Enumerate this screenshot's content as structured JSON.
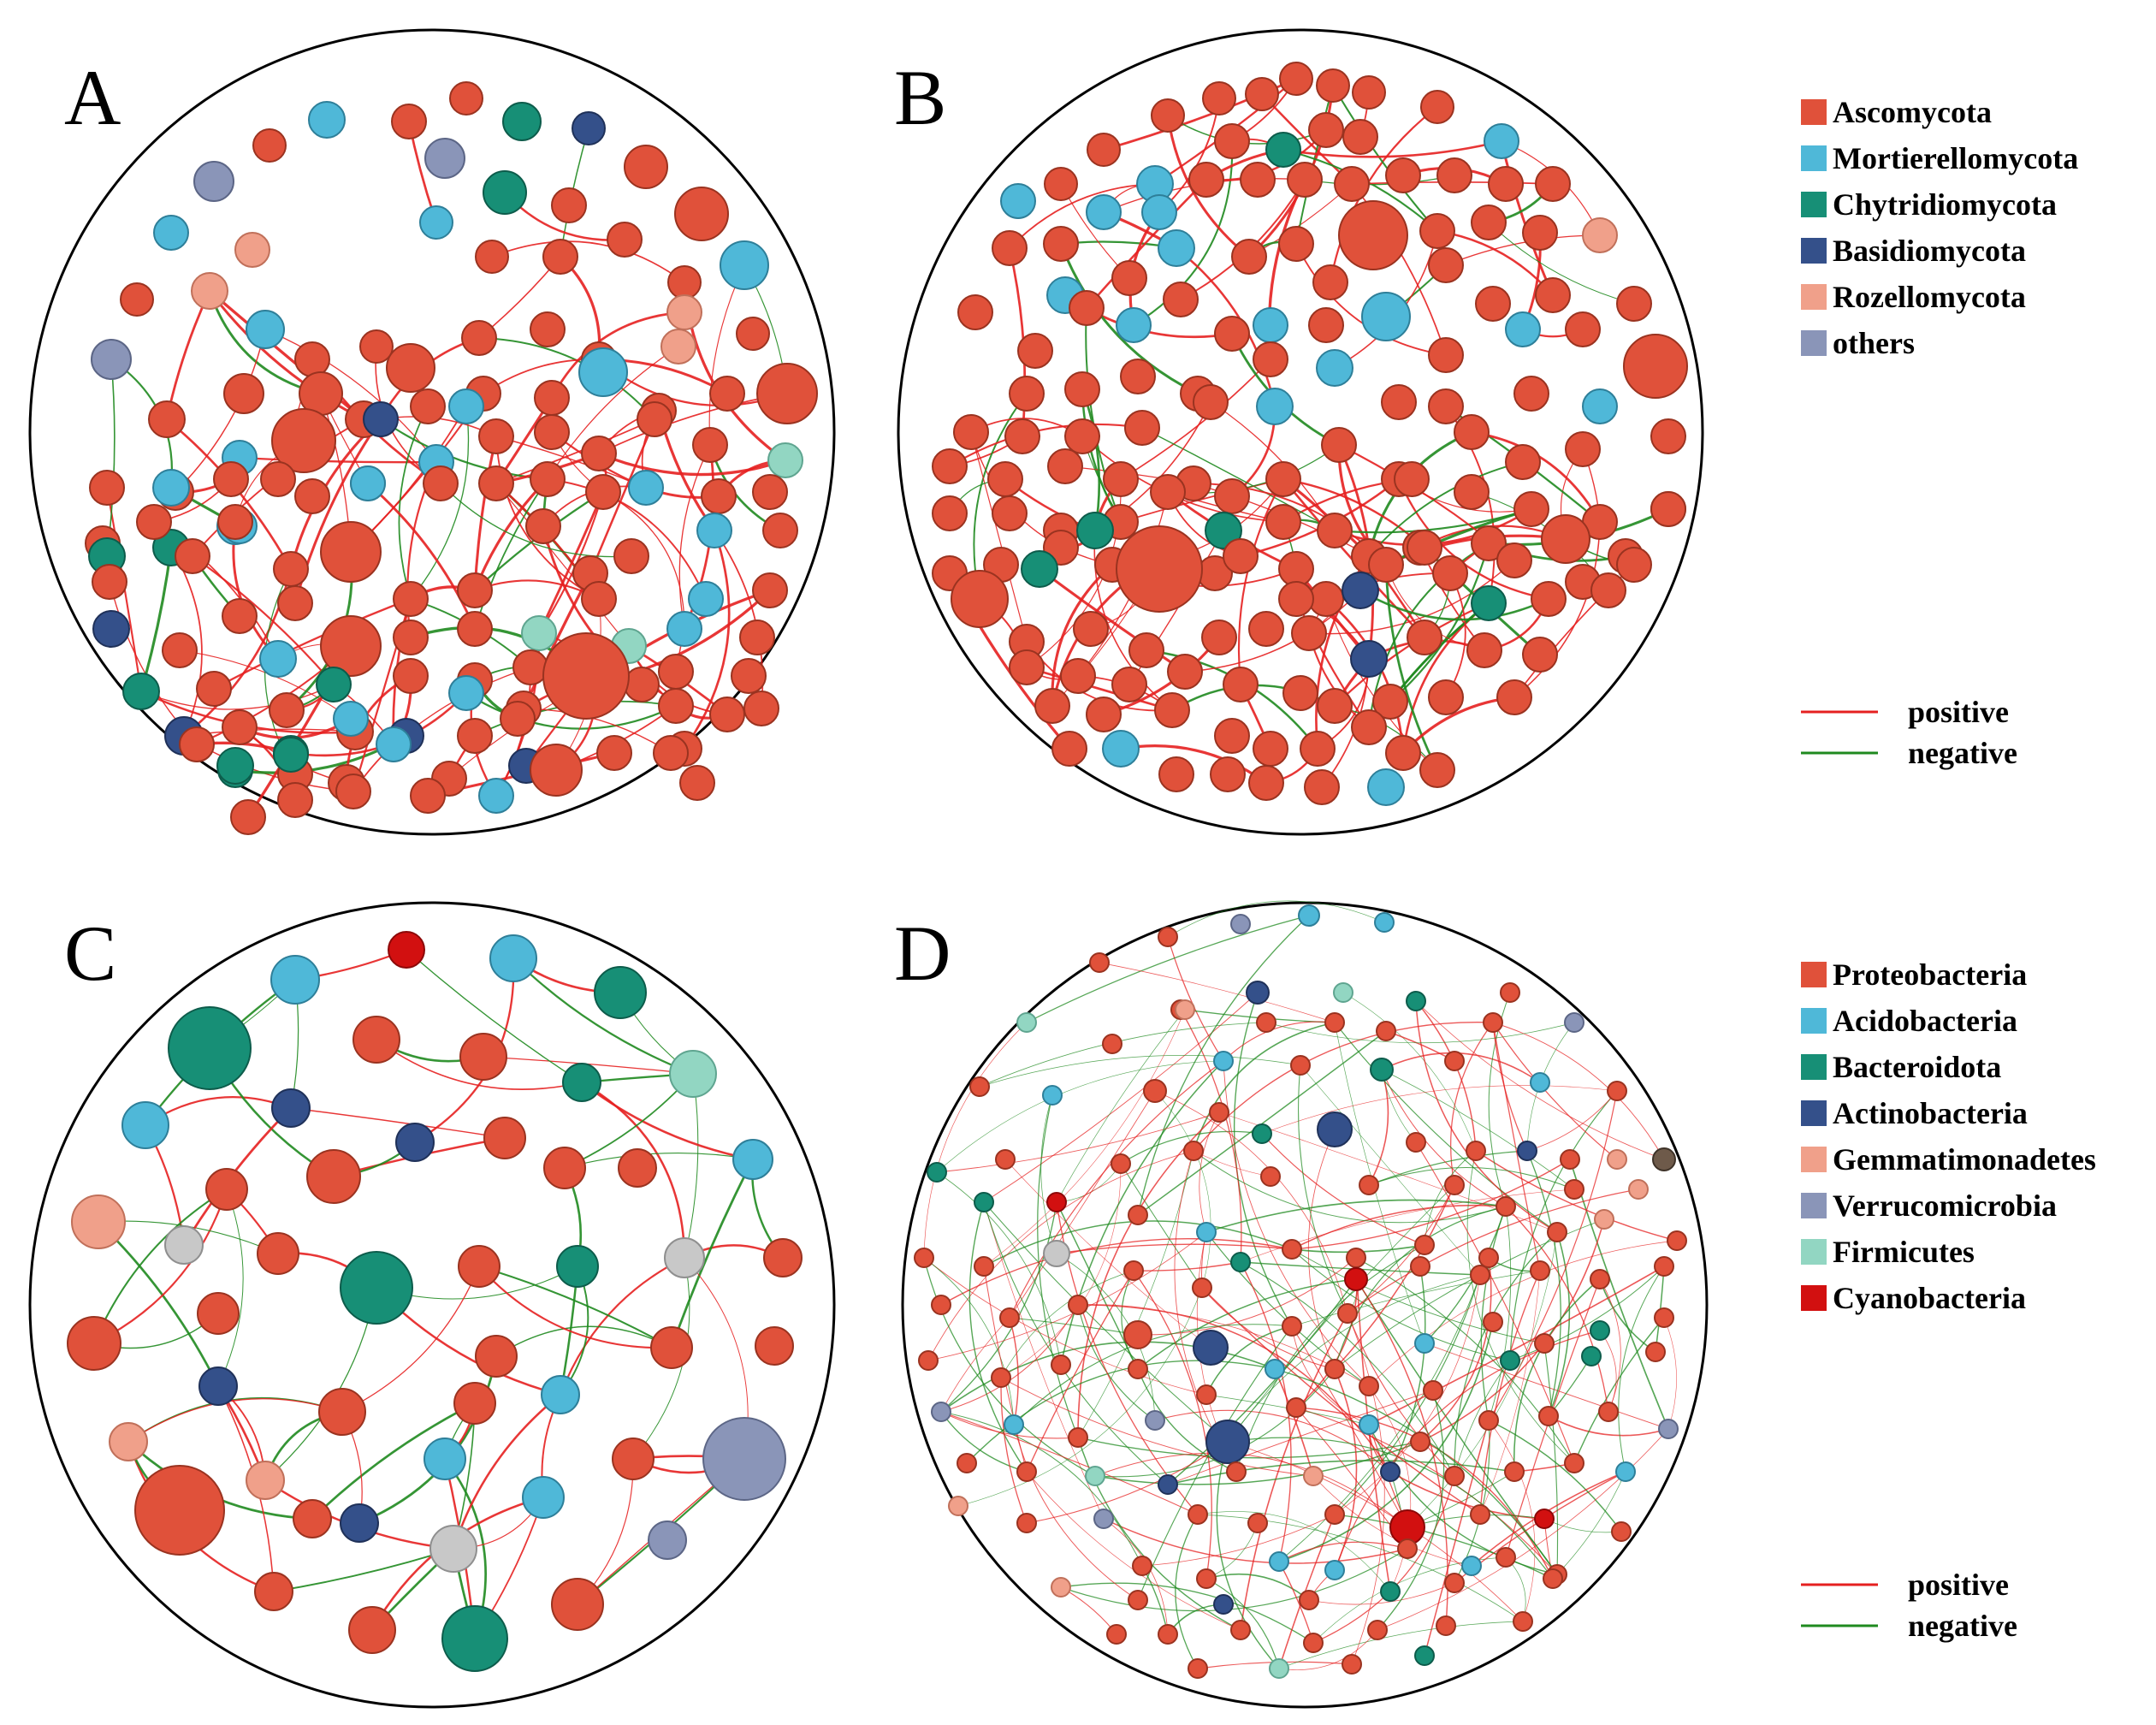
{
  "panels": [
    {
      "id": "A",
      "label": "A"
    },
    {
      "id": "B",
      "label": "B"
    },
    {
      "id": "C",
      "label": "C"
    },
    {
      "id": "D",
      "label": "D"
    }
  ],
  "legends": {
    "fungi": [
      {
        "label": "Ascomycota",
        "color": "#e0513a"
      },
      {
        "label": "Mortierellomycota",
        "color": "#4fb8d8"
      },
      {
        "label": "Chytridiomycota",
        "color": "#178f76"
      },
      {
        "label": "Basidiomycota",
        "color": "#34508a"
      },
      {
        "label": "Rozellomycota",
        "color": "#f0a08a"
      },
      {
        "label": "others",
        "color": "#8a95b8"
      }
    ],
    "bacteria": [
      {
        "label": "Proteobacteria",
        "color": "#e0513a"
      },
      {
        "label": "Acidobacteria",
        "color": "#4fb8d8"
      },
      {
        "label": "Bacteroidota",
        "color": "#178f76"
      },
      {
        "label": "Actinobacteria",
        "color": "#34508a"
      },
      {
        "label": "Gemmatimonadetes",
        "color": "#f0a08a"
      },
      {
        "label": "Verrucomicrobia",
        "color": "#8a95b8"
      },
      {
        "label": "Firmicutes",
        "color": "#92d6c2"
      },
      {
        "label": "Cyanobacteria",
        "color": "#d21010"
      }
    ],
    "edges_top": [
      {
        "label": "positive",
        "color": "#e52020"
      },
      {
        "label": "negative",
        "color": "#1f8a1f"
      }
    ],
    "edges_bottom": [
      {
        "label": "positive",
        "color": "#e52020"
      },
      {
        "label": "negative",
        "color": "#1f8a1f"
      }
    ]
  }
}
